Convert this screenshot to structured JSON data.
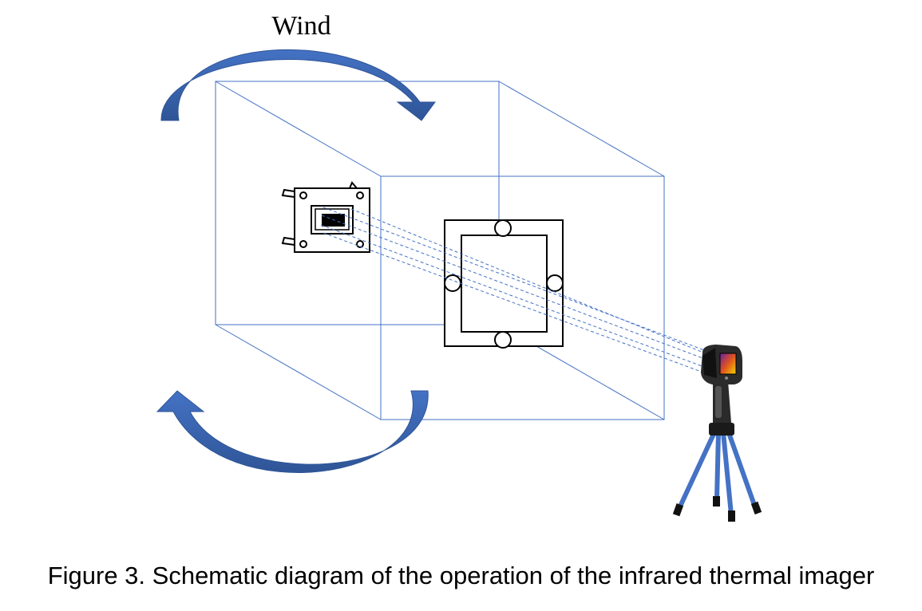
{
  "diagram": {
    "wind_label": "Wind",
    "caption": "Figure 3. Schematic diagram of the operation of the infrared thermal imager"
  },
  "colors": {
    "box_edge": "#4472C4",
    "arrow_fill": "#4472C4",
    "arrow_shade": "#2F5597",
    "sight_line": "#4472C4",
    "tripod_leg": "#4472C4",
    "outline": "#000000"
  },
  "icons": {
    "wind_arrow_top": "curved-arrow-right",
    "wind_arrow_bottom": "curved-arrow-left",
    "camera": "thermal-imager-icon",
    "tripod": "tripod-icon"
  }
}
